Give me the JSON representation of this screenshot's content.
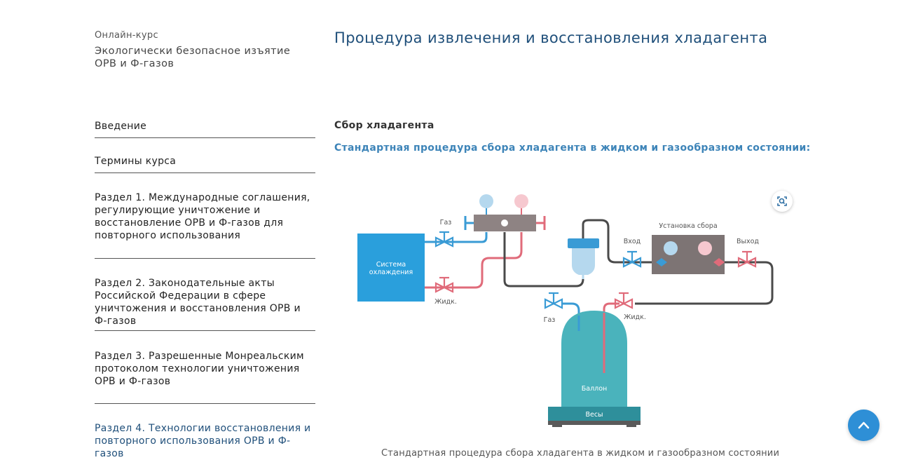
{
  "header": {
    "kicker": "Онлайн-курс",
    "course_title": "Экологически безопасное изъятие ОРВ и Ф-газов",
    "page_title": "Процедура извлечения и восстановления хладагента"
  },
  "sidebar": {
    "items": [
      {
        "label": "Введение"
      },
      {
        "label": "Термины курса"
      },
      {
        "label": "Раздел 1. Международные соглашения, регулирующие уничтожение и восстановление ОРВ и Ф-газов для повторного использования"
      },
      {
        "label": "Раздел 2. Законодательные акты Российской Федерации в сфере уничтожения и восстановления ОРВ и Ф-газов"
      },
      {
        "label": "Раздел 3. Разрешенные Монреальским протоколом технологии уничтожения ОРВ и Ф-газов"
      },
      {
        "label": "Раздел 4. Технологии восстановления и повторного использования ОРВ и Ф-газов"
      }
    ]
  },
  "content": {
    "section_heading": "Сбор хладагента",
    "section_subheading": "Стандартная процедура сбора хладагента в жидком и газообразном состоянии:",
    "caption": "Стандартная процедура сбора хладагента в жидком и газообразном состоянии"
  },
  "diagram": {
    "system_label_1": "Система",
    "system_label_2": "охлаждения",
    "gas_label": "Газ",
    "liquid_label": "Жидк.",
    "unit_label": "Установка сбора",
    "inlet_label": "Вход",
    "outlet_label": "Выход",
    "tank_gas_label": "Газ",
    "tank_liquid_label": "Жидк.",
    "tank_label": "Баллон",
    "scale_label": "Весы"
  },
  "colors": {
    "accent": "#1f4f7a",
    "link": "#3d84b8",
    "gas_line": "#3a9bd5",
    "liquid_line": "#e06b7a",
    "tank": "#4ab3bc",
    "scroll_button": "#2e8fd6"
  },
  "icons": {
    "zoom": "zoom-in-icon",
    "scroll_top": "chevron-up-icon"
  }
}
